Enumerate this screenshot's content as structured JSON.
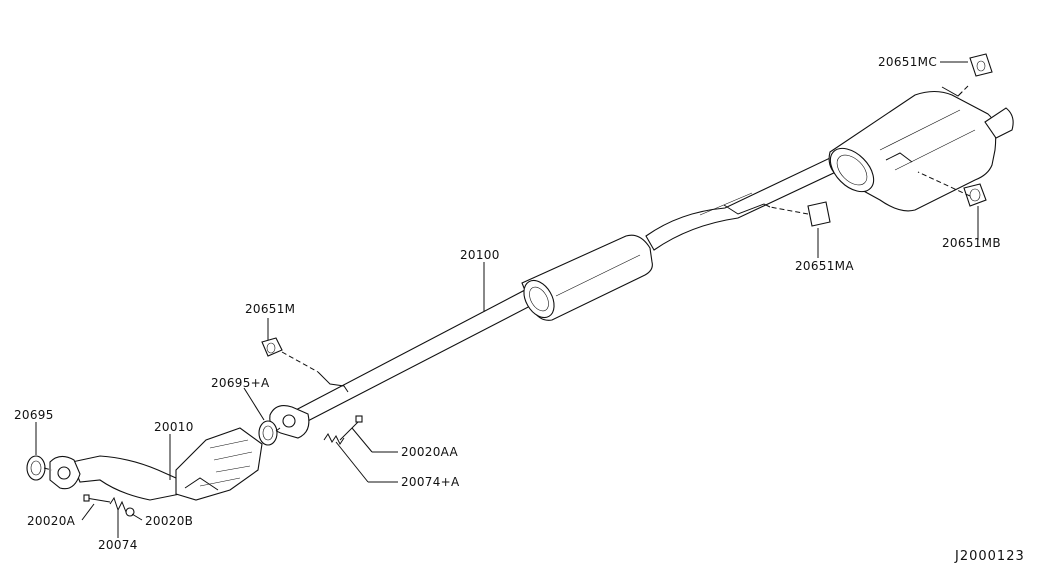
{
  "diagram": {
    "drawing_number": "J2000123",
    "callouts": [
      {
        "id": "c-20651mc",
        "text": "20651MC"
      },
      {
        "id": "c-20651mb",
        "text": "20651MB"
      },
      {
        "id": "c-20651ma",
        "text": "20651MA"
      },
      {
        "id": "c-20100",
        "text": "20100"
      },
      {
        "id": "c-20651m",
        "text": "20651M"
      },
      {
        "id": "c-20695a",
        "text": "20695+A"
      },
      {
        "id": "c-20695",
        "text": "20695"
      },
      {
        "id": "c-20010",
        "text": "20010"
      },
      {
        "id": "c-20020aa",
        "text": "20020AA"
      },
      {
        "id": "c-20074a",
        "text": "20074+A"
      },
      {
        "id": "c-20020a",
        "text": "20020A"
      },
      {
        "id": "c-20020b",
        "text": "20020B"
      },
      {
        "id": "c-20074",
        "text": "20074"
      }
    ]
  }
}
